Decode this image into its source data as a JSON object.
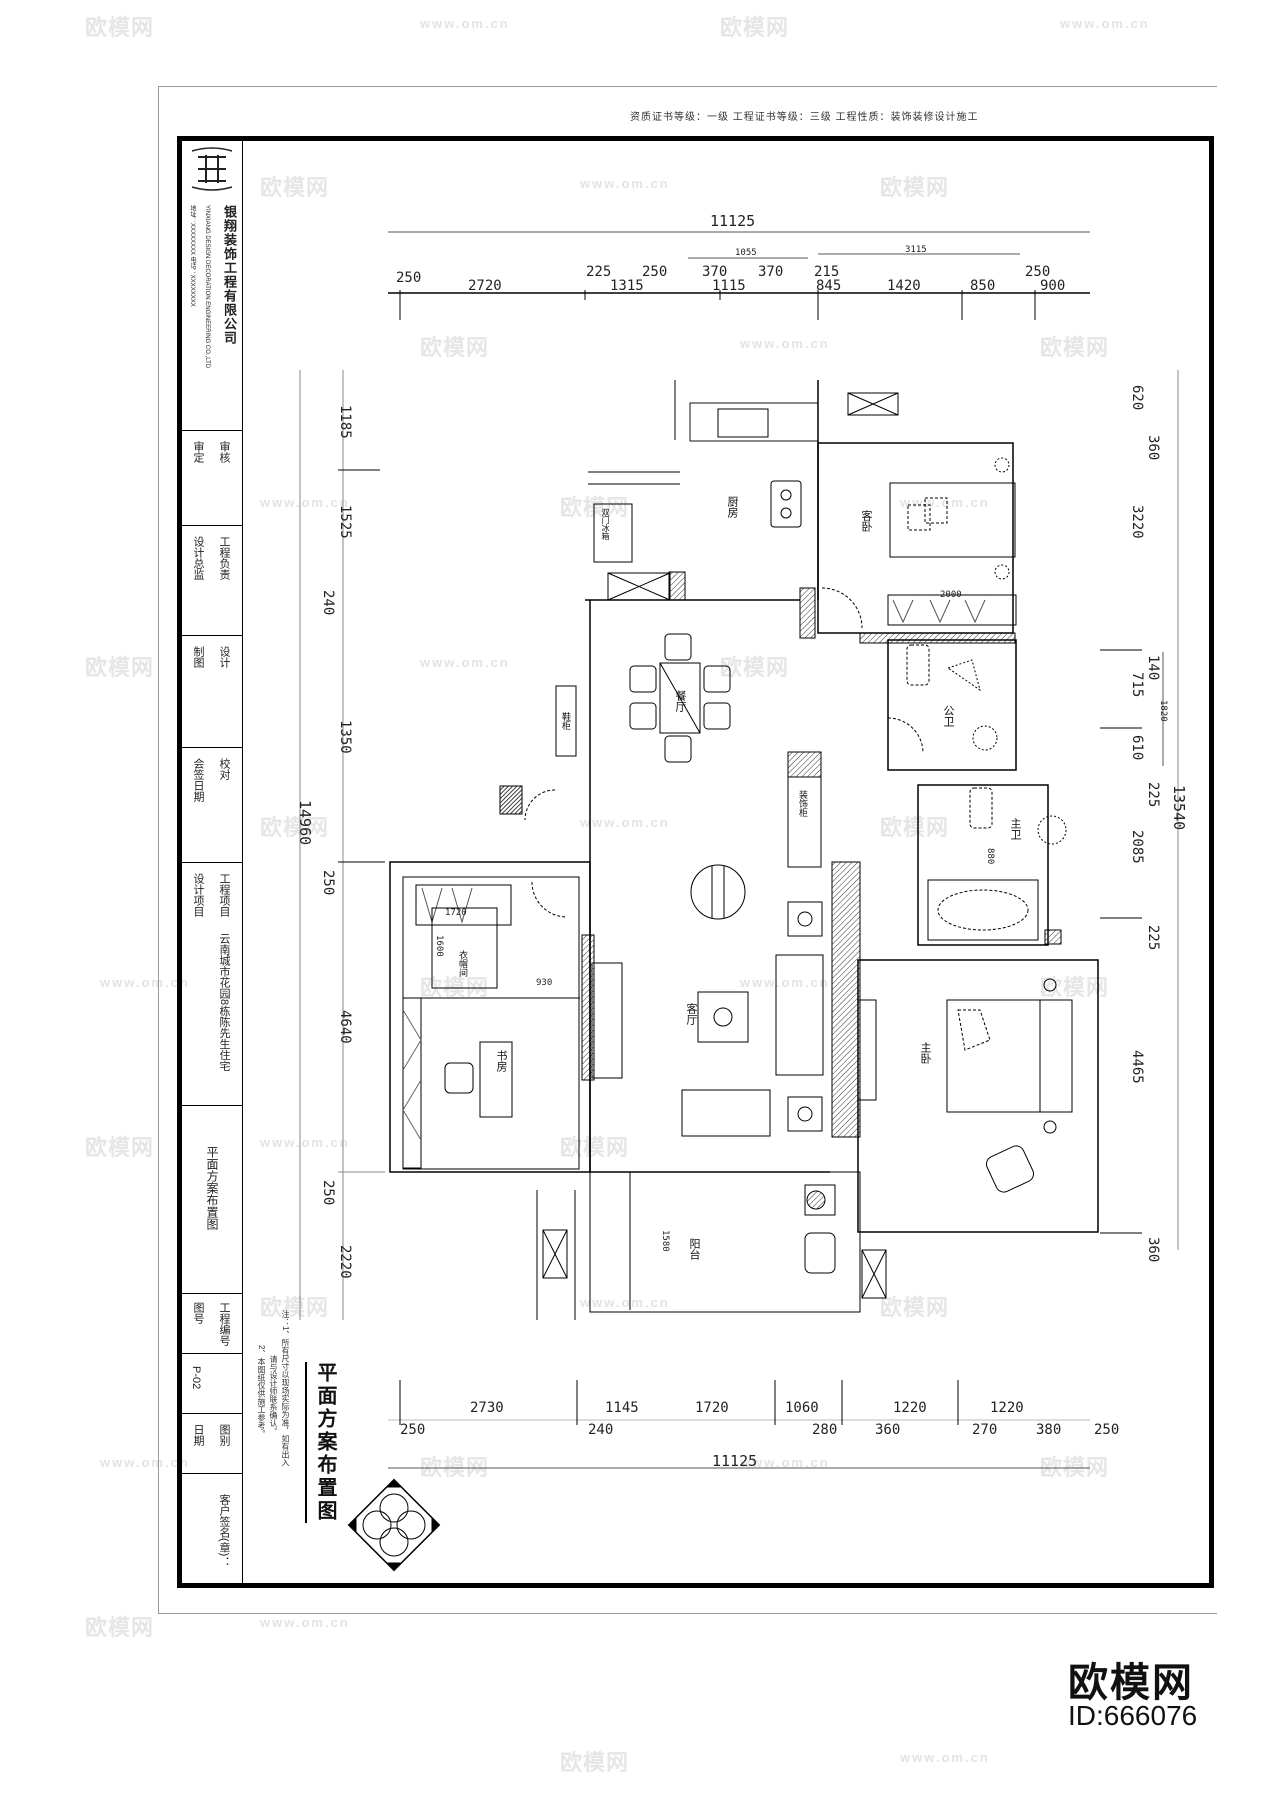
{
  "header": {
    "qualifications": "资质证书等级：一级      工程证书等级：三级      工程性质：装饰装修设计施工"
  },
  "title_block": {
    "company_name_cn": "银翔装饰工程有限公司",
    "company_name_en": "YINXIANG DESIGN DECORATION ENGINEERING CO.,LTD",
    "address": "地址：XXXXXXXX  电话：XXXXXXXX",
    "rows": [
      {
        "label_a": "审定",
        "label_b": "审核"
      },
      {
        "label_a": "设计总监",
        "label_b": "工程负责"
      },
      {
        "label_a": "制图",
        "label_b": "设计"
      },
      {
        "label_a": "会签日期",
        "label_b": "校对"
      },
      {
        "label_a": "设计项目",
        "label_b": "工程项目"
      }
    ],
    "project_name": "云南城市花园8栋陈先生住宅",
    "drawing_name": "平面方案布置图",
    "drawing_no_label": "图号",
    "drawing_no": "P-02",
    "project_no_label": "工程编号",
    "date_label": "日期",
    "scale_label": "图别",
    "client_sign_label": "客户签名(章)："
  },
  "plan": {
    "title": "平面方案布置图",
    "notes": [
      "注：1、所有尺寸以现场实际为准，如有出入",
      "请与设计师联系确认。",
      "2、本图纸仅供施工参考。"
    ],
    "rooms": [
      {
        "name": "厨房"
      },
      {
        "name": "客卧"
      },
      {
        "name": "餐厅"
      },
      {
        "name": "鞋柜"
      },
      {
        "name": "装饰柜"
      },
      {
        "name": "客厅"
      },
      {
        "name": "书房"
      },
      {
        "name": "衣帽间"
      },
      {
        "name": "公卫"
      },
      {
        "name": "主卫"
      },
      {
        "name": "主卧"
      },
      {
        "name": "阳台"
      },
      {
        "name": "双门冰箱"
      }
    ],
    "annotations": {
      "wardrobe_width": "2000",
      "cloakroom_w": "1720",
      "cloakroom_h": "1600",
      "study_dim": "930",
      "balcony_depth": "1580",
      "bath_dim": "880"
    }
  },
  "dimensions": {
    "top": {
      "overall": "11125",
      "sub_left": "1055",
      "sub_right": "3115",
      "segments": [
        "250",
        "2720",
        "225",
        "1315",
        "250",
        "370",
        "1115",
        "370",
        "215",
        "845",
        "1420",
        "850",
        "250",
        "900"
      ]
    },
    "bottom": {
      "overall": "11125",
      "main": [
        "2730",
        "1145",
        "1720",
        "1060",
        "1220",
        "1220"
      ],
      "small": [
        "250",
        "240",
        "280",
        "360",
        "270",
        "380",
        "250"
      ]
    },
    "left": {
      "overall": "14960",
      "segments": [
        "1185",
        "1525",
        "240",
        "1350",
        "250",
        "4640",
        "250",
        "2220"
      ]
    },
    "right": {
      "overall": "13540",
      "sub": "1820",
      "segments": [
        "620",
        "360",
        "3220",
        "140",
        "715",
        "610",
        "225",
        "2085",
        "225",
        "4465",
        "360"
      ]
    }
  },
  "watermark": {
    "brand": "欧模网",
    "url": "www.om.cn",
    "id": "ID:666076"
  }
}
